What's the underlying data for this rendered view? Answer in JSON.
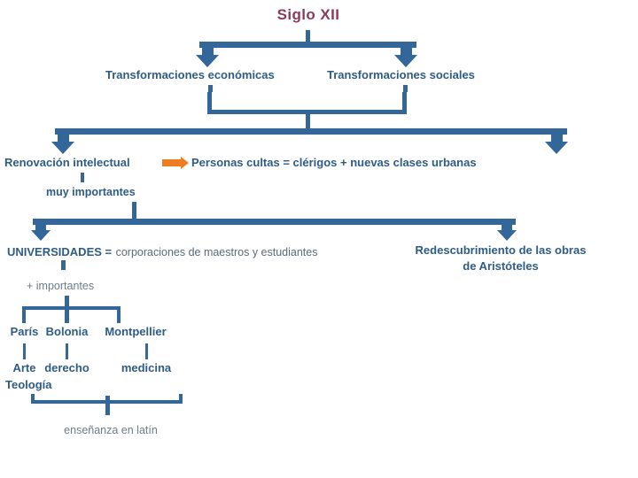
{
  "diagram": {
    "title": "Siglo XII",
    "title_color": "#8C3A5C",
    "connector_color": "#336699",
    "accent_arrow_color": "#EE7D20",
    "label_color": "#2E5C84",
    "secondary_label_color": "#6E7C88",
    "level1": {
      "left_label": "Transformaciones económicas",
      "right_label": "Transformaciones sociales"
    },
    "level2": {
      "left_label": "Renovación intelectual",
      "left_sub_label": "muy importantes",
      "right_label": "Personas cultas = clérigos + nuevas clases urbanas",
      "arrow_icon": "right-arrow-icon"
    },
    "level3": {
      "left_label_bold": "UNIVERSIDADES =",
      "left_label_plain": "corporaciones de maestros y estudiantes",
      "left_sub_label": "+ importantes",
      "right_label_line1": "Redescubrimiento de las obras",
      "right_label_line2": "de  Aristóteles"
    },
    "universities": [
      {
        "name": "París",
        "faculty": "Arte"
      },
      {
        "name": "Bolonia",
        "faculty": "derecho"
      },
      {
        "name": "Montpellier",
        "faculty": "medicina"
      }
    ],
    "extra_faculty": "Teología",
    "footer_label": "enseñanza en latín"
  }
}
